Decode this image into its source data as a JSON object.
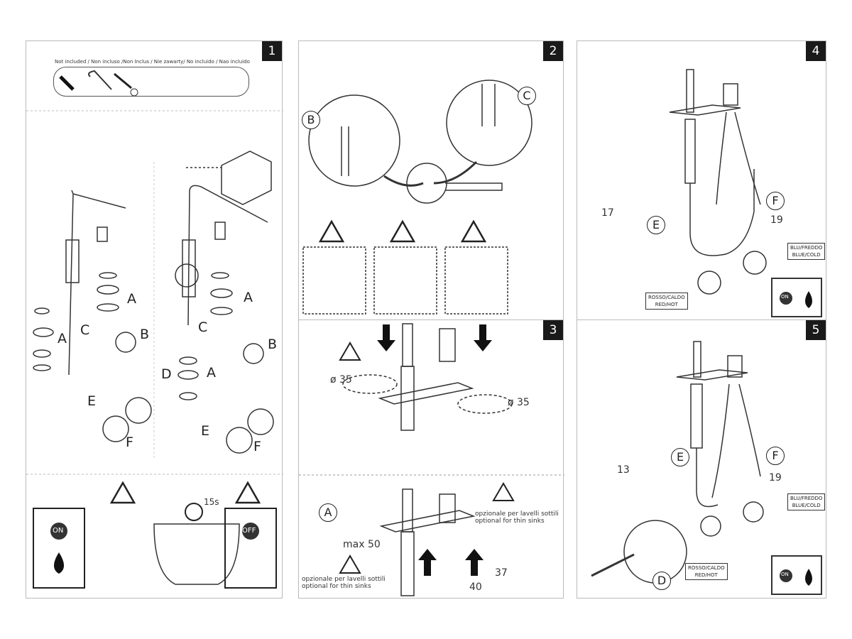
{
  "panels": [
    {
      "number": "1",
      "not_included": "Not included / Non incluso /Non Inclus / Nie zawarty/ No incluido / Nao incluido",
      "labels": {
        "a1": "A",
        "a2": "A",
        "a3": "A",
        "b1": "B",
        "b2": "B",
        "c1": "C",
        "c2": "C",
        "d": "D",
        "e1": "E",
        "e2": "E",
        "f1": "F",
        "f2": "F"
      },
      "timer": "15s",
      "on": "ON",
      "off": "OFF"
    },
    {
      "number": "2",
      "labels": {
        "b": "B",
        "c": "C"
      }
    },
    {
      "number": "3",
      "diameter_left": "ø 35",
      "diameter_right": "ø 35",
      "label_a": "A",
      "max": "max 50",
      "optional_it": "opzionale per lavelli sottili",
      "optional_en": "optional for thin sinks",
      "wrench_37": "37",
      "wrench_40": "40"
    },
    {
      "number": "4",
      "label_e": "E",
      "label_f": "F",
      "wrench_17": "17",
      "wrench_19": "19",
      "cold": [
        "BLU/FREDDO",
        "BLUE/COLD"
      ],
      "hot": [
        "ROSSO/CALDO",
        "RED/HOT"
      ],
      "on": "ON"
    },
    {
      "number": "5",
      "label_e": "E",
      "label_f": "F",
      "label_d": "D",
      "wrench_13": "13",
      "wrench_19": "19",
      "cold": [
        "BLU/FREDDO",
        "BLUE/COLD"
      ],
      "hot": [
        "ROSSO/CALDO",
        "RED/HOT"
      ],
      "on": "ON"
    }
  ],
  "icons": [
    "wrench-icon",
    "allen-key-icon",
    "screwdriver-icon",
    "warning-icon",
    "water-drop-icon",
    "thermometer-icon",
    "timer-icon",
    "bucket-icon"
  ]
}
